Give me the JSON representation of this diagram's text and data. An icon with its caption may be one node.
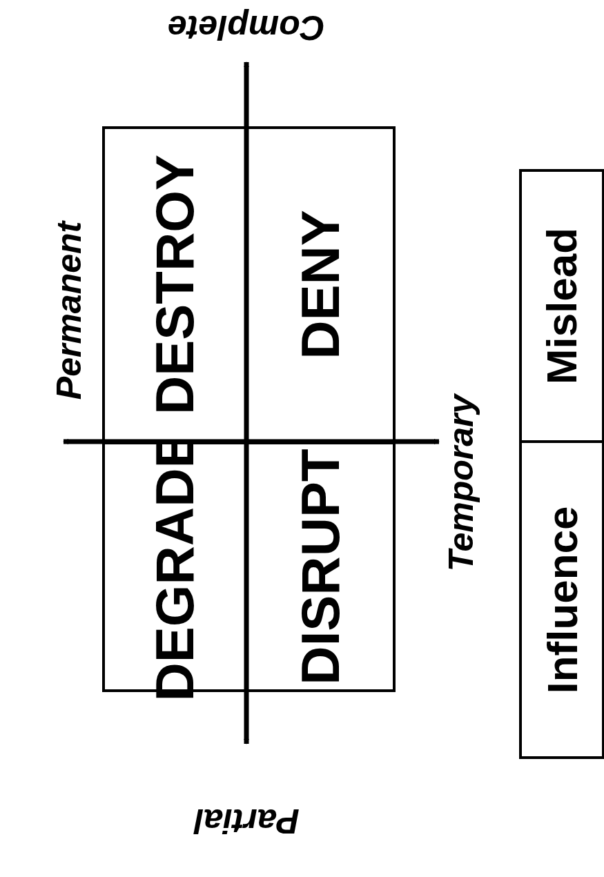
{
  "diagram": {
    "nodes": [
      {
        "text": [
          "DEGRADE"
        ]
      },
      {
        "text": [
          "DESTROY"
        ]
      },
      {
        "text": [
          "DISRUPT"
        ]
      },
      {
        "text": [
          "DENY"
        ]
      },
      {
        "text": [
          "Influence"
        ]
      },
      {
        "text": [
          "Mislead"
        ]
      }
    ],
    "labels": [
      "Permanent",
      "Partial",
      "Complete",
      "Temporary"
    ]
  }
}
